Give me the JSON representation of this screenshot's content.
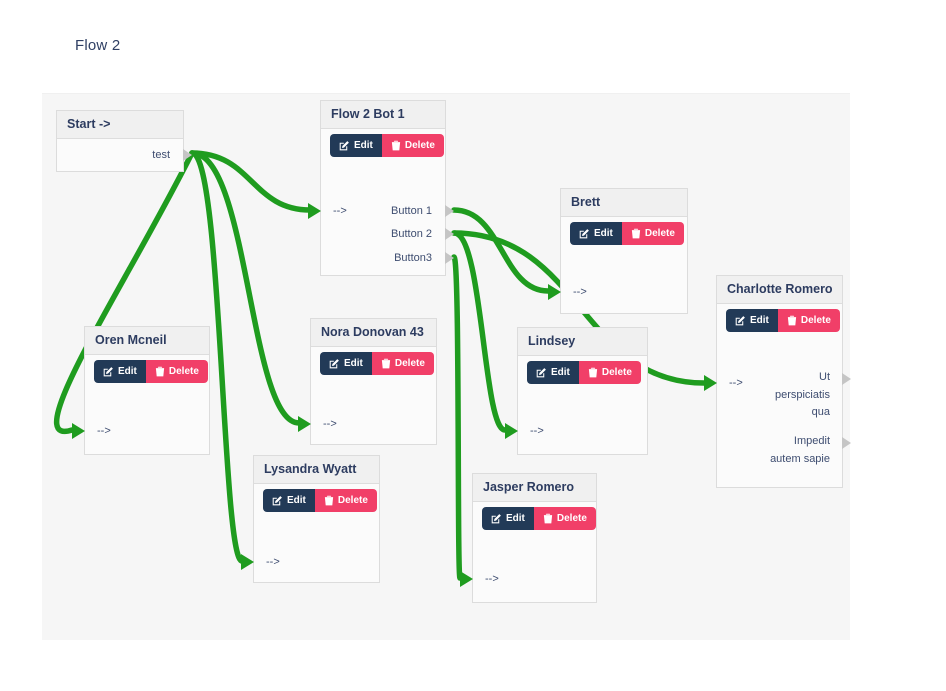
{
  "page": {
    "title": "Flow 2"
  },
  "labels": {
    "edit": "Edit",
    "delete": "Delete",
    "input_arrow": "-->"
  },
  "colors": {
    "connection_green": "#1f9c1f",
    "edit_navy": "#223a57",
    "delete_pink": "#f13f68",
    "canvas_bg": "#f6f6f6",
    "node_title_navy": "#2d3c60"
  },
  "icons": {
    "edit": "pencil-square-icon",
    "delete": "trash-icon",
    "input": "arrow-right-icon",
    "output_port": "triangle-right-icon"
  },
  "nodes": [
    {
      "id": "start",
      "title": "Start ->",
      "outputs": [
        "test"
      ]
    },
    {
      "id": "bot",
      "title": "Flow 2 Bot 1",
      "outputs": [
        "Button 1",
        "Button 2",
        "Button3"
      ],
      "has_input": true
    },
    {
      "id": "brett",
      "title": "Brett",
      "has_input": true
    },
    {
      "id": "charlotte",
      "title": "Charlotte Romero",
      "outputs": [
        "Ut perspiciatis qua",
        "Impedit autem sapie"
      ],
      "has_input": true
    },
    {
      "id": "oren",
      "title": "Oren Mcneil",
      "has_input": true
    },
    {
      "id": "nora",
      "title": "Nora Donovan 43",
      "has_input": true
    },
    {
      "id": "lindsey",
      "title": "Lindsey",
      "has_input": true
    },
    {
      "id": "lysandra",
      "title": "Lysandra Wyatt",
      "has_input": true
    },
    {
      "id": "jasper",
      "title": "Jasper Romero",
      "has_input": true
    }
  ],
  "connections": [
    {
      "name": "start-test-to-bot",
      "from": "start.test",
      "to": "bot.input",
      "bezier": [
        192,
        153,
        252,
        153,
        252,
        210,
        310,
        210
      ]
    },
    {
      "name": "start-test-to-oren",
      "from": "start.test",
      "to": "oren.input",
      "bezier": [
        192,
        153,
        126,
        285,
        16,
        448,
        72,
        430
      ]
    },
    {
      "name": "start-test-to-nora",
      "from": "start.test",
      "to": "nora.input",
      "bezier": [
        192,
        153,
        249,
        153,
        249,
        423,
        299,
        423
      ]
    },
    {
      "name": "start-test-to-lysandra",
      "from": "start.test",
      "to": "lysandra.input",
      "bezier": [
        192,
        153,
        222,
        153,
        222,
        561,
        242,
        561
      ]
    },
    {
      "name": "bot-button1-to-brett",
      "from": "bot.button1",
      "to": "brett.input",
      "bezier": [
        454,
        210,
        502,
        210,
        502,
        291,
        548,
        291
      ]
    },
    {
      "name": "bot-button2-to-charlotte",
      "from": "bot.button2",
      "to": "charlotte.input",
      "bezier": [
        454,
        233,
        581,
        233,
        581,
        383,
        704,
        383
      ]
    },
    {
      "name": "bot-button2-to-lindsey",
      "from": "bot.button2",
      "to": "lindsey.input",
      "bezier": [
        454,
        233,
        483,
        233,
        483,
        430,
        505,
        430
      ]
    },
    {
      "name": "bot-button3-to-jasper",
      "from": "bot.button3",
      "to": "jasper.input",
      "bezier": [
        454,
        257,
        460,
        257,
        457,
        578,
        460,
        578
      ]
    }
  ]
}
